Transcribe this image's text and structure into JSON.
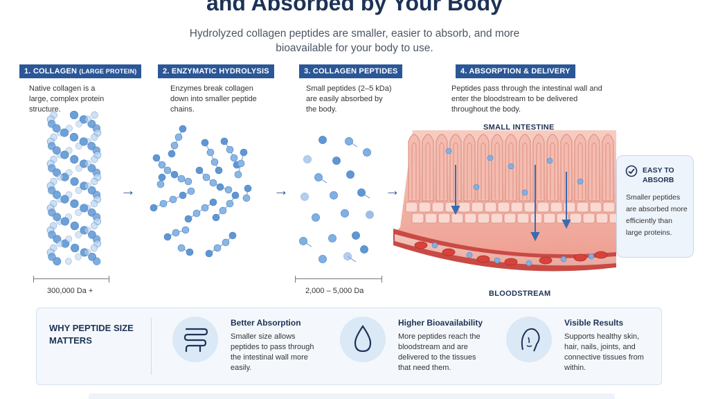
{
  "header": {
    "title": "and Absorbed by Your Body",
    "subtitle": "Hydrolyzed collagen peptides are smaller, easier to absorb, and more bioavailable for your body to use."
  },
  "steps": [
    {
      "label_main": "1. COLLAGEN ",
      "label_small": "(LARGE PROTEIN)",
      "desc": "Native collagen is a large, complex protein structure.",
      "scale": "300,000 Da +"
    },
    {
      "label_main": "2. ENZYMATIC HYDROLYSIS",
      "label_small": "",
      "desc": "Enzymes break collagen down into smaller peptide chains.",
      "scale": ""
    },
    {
      "label_main": "3. COLLAGEN PEPTIDES",
      "label_small": "",
      "desc": "Small peptides (2–5 kDa) are easily absorbed by the body.",
      "scale": "2,000 – 5,000 Da"
    },
    {
      "label_main": "4. ABSORPTION & DELIVERY",
      "label_small": "",
      "desc": "Peptides pass through the intestinal wall and enter the bloodstream to be delivered throughout the body.",
      "scale": ""
    }
  ],
  "intestine": {
    "top_label": "SMALL INTESTINE",
    "bottom_label": "BLOODSTREAM"
  },
  "callout": {
    "title": "EASY TO ABSORB",
    "text": "Smaller peptides are absorbed more efficiently than large proteins.",
    "icon": "check-circle-icon"
  },
  "panel": {
    "title": "WHY PEPTIDE SIZE MATTERS",
    "benefits": [
      {
        "icon": "intestine-icon",
        "title": "Better Absorption",
        "text": "Smaller size allows peptides to pass through the intestinal wall more easily."
      },
      {
        "icon": "droplet-icon",
        "title": "Higher Bioavailability",
        "text": "More peptides reach the bloodstream and are delivered to the tissues that need them."
      },
      {
        "icon": "face-icon",
        "title": "Visible Results",
        "text": "Supports healthy skin, hair, nails, joints, and connective tissues from within."
      }
    ]
  },
  "colors": {
    "navy": "#1c3256",
    "label_blue": "#2b5797",
    "bead_blue": "#6a9fd8",
    "tissue_pink": "#f2b4a8",
    "blood_red": "#d9423a"
  }
}
